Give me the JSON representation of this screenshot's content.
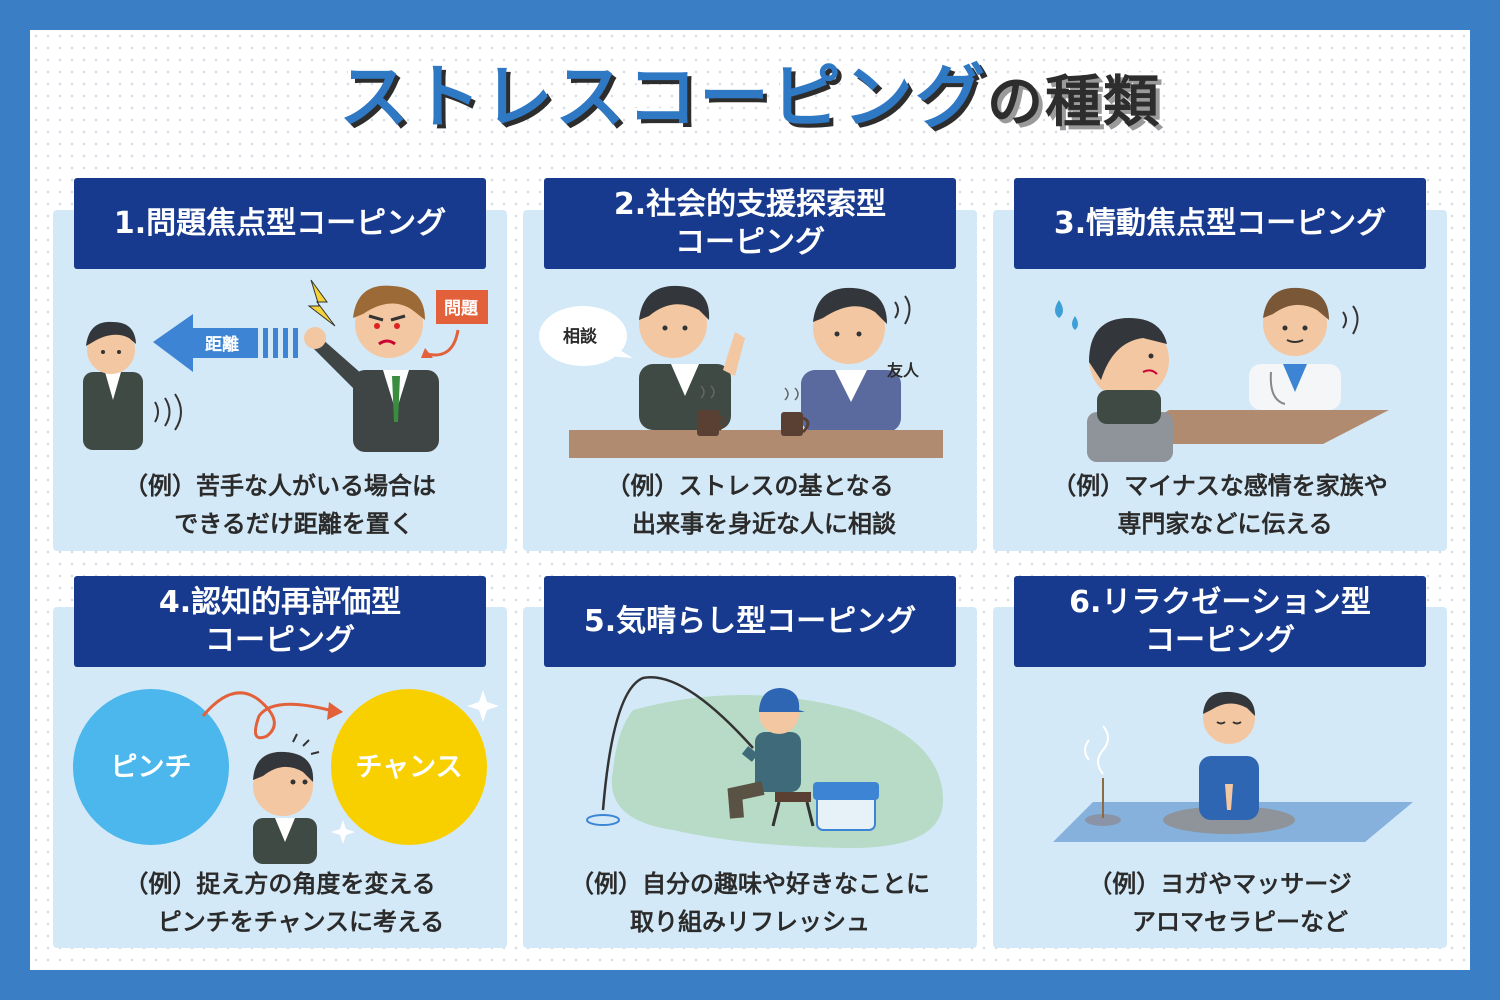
{
  "title": {
    "main": "ストレスコーピング",
    "suffix": "の種類"
  },
  "cards": [
    {
      "label": [
        "1.問題焦点型コーピング"
      ],
      "example": [
        "（例）苦手な人がいる場合は",
        "できるだけ距離を置く"
      ],
      "tags": {
        "distance": "距離",
        "problem": "問題"
      }
    },
    {
      "label": [
        "2.社会的支援探索型",
        "コーピング"
      ],
      "example": [
        "（例）ストレスの基となる",
        "出来事を身近な人に相談"
      ],
      "tags": {
        "consult": "相談",
        "friend": "友人"
      }
    },
    {
      "label": [
        "3.情動焦点型コーピング"
      ],
      "example": [
        "（例）マイナスな感情を家族や",
        "専門家などに伝える"
      ]
    },
    {
      "label": [
        "4.認知的再評価型",
        "コーピング"
      ],
      "example": [
        "（例）捉え方の角度を変える",
        "ピンチをチャンスに考える"
      ],
      "tags": {
        "pinch": "ピンチ",
        "chance": "チャンス"
      }
    },
    {
      "label": [
        "5.気晴らし型コーピング"
      ],
      "example": [
        "（例）自分の趣味や好きなことに",
        "取り組みリフレッシュ"
      ]
    },
    {
      "label": [
        "6.リラクゼーション型",
        "コーピング"
      ],
      "example": [
        "（例）ヨガやマッサージ",
        "アロマセラピーなど"
      ]
    }
  ],
  "colors": {
    "background": "#3a7fc6",
    "title_blue": "#2f78c4",
    "label_navy": "#173a8f",
    "card_fill": "#d4e9f7",
    "accent_orange": "#e2613b",
    "accent_yellow": "#f8d000",
    "accent_cyan": "#4bb7ec"
  }
}
